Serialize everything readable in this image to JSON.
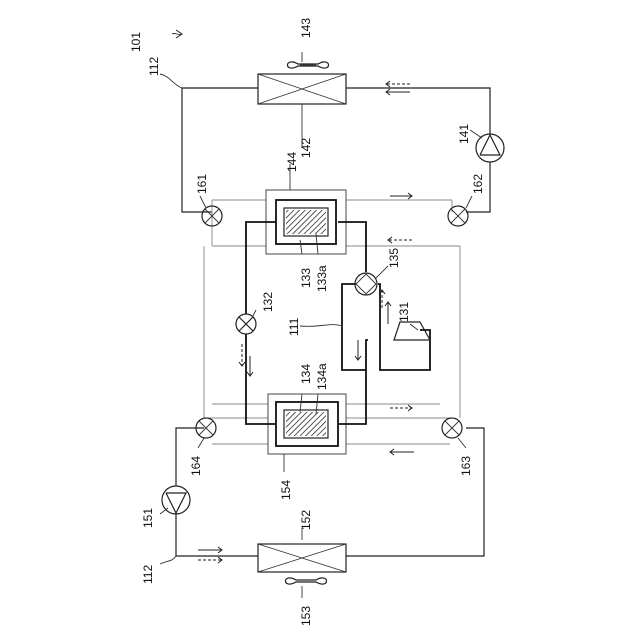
{
  "labels": {
    "system": "101",
    "pipe_top": "112",
    "pipe_bottom": "112",
    "fan_top": "143",
    "hx_top": "142",
    "pump_top": "141",
    "hx_upper": "144",
    "valve_161": "161",
    "valve_162": "162",
    "element_133": "133",
    "element_133a": "133a",
    "valve_135": "135",
    "expansion_132": "132",
    "circuit_111": "111",
    "compressor_131": "131",
    "element_134": "134",
    "element_134a": "134a",
    "valve_164": "164",
    "valve_163": "163",
    "pump_bottom": "151",
    "hx_lower": "154",
    "hx_bottom": "152",
    "fan_bottom": "153"
  }
}
